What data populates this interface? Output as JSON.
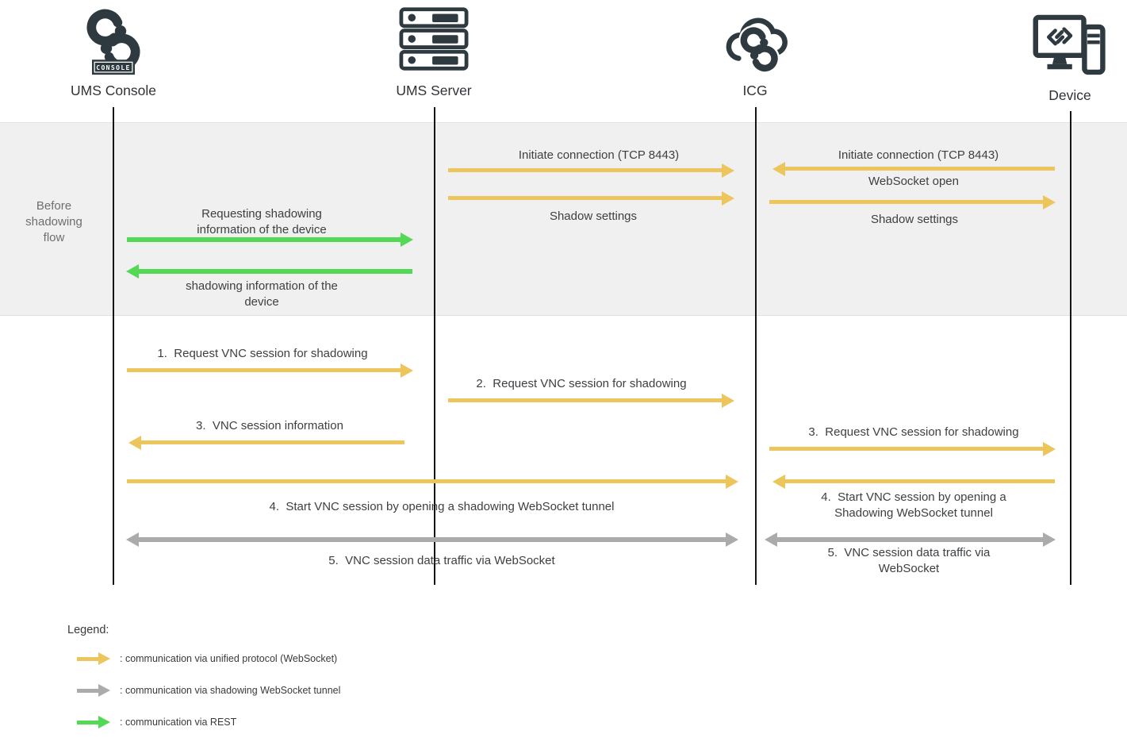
{
  "colors": {
    "unified": "#ecc55c",
    "tunnel": "#ababab",
    "rest": "#53d953",
    "band_bg": "#f0f0f0",
    "icon_dark": "#2e3940"
  },
  "actors": [
    {
      "label": "UMS Console",
      "icon": "igel-chain-console-icon"
    },
    {
      "label": "UMS Server",
      "icon": "server-stack-icon"
    },
    {
      "label": "ICG",
      "icon": "cloud-chain-icon"
    },
    {
      "label": "Device",
      "icon": "monitor-tower-icon"
    }
  ],
  "console_badge_label": "CONSOLE",
  "phase_label": "Before shadowing flow",
  "messages": {
    "request_shadow_info": {
      "label": "Requesting shadowing information of the device",
      "from": "UMS Console",
      "to": "UMS Server",
      "protocol": "rest"
    },
    "response_shadow_info": {
      "label": "shadowing information of the device",
      "from": "UMS Server",
      "to": "UMS Console",
      "protocol": "rest"
    },
    "initiate_server": {
      "label": "Initiate connection (TCP 8443)",
      "from": "UMS Server",
      "to": "ICG",
      "protocol": "unified"
    },
    "shadow_settings_server": {
      "label": "Shadow settings",
      "from": "UMS Server",
      "to": "ICG",
      "protocol": "unified"
    },
    "initiate_device": {
      "label": "Initiate connection (TCP 8443)",
      "from": "Device",
      "to": "ICG",
      "protocol": "unified"
    },
    "websocket_open": {
      "label": "WebSocket open",
      "from": "Device",
      "to": "ICG",
      "protocol": "unified"
    },
    "shadow_settings_device": {
      "label": "Shadow settings",
      "from": "ICG",
      "to": "Device",
      "protocol": "unified"
    },
    "step1": {
      "label": "1.  Request VNC session for shadowing",
      "from": "UMS Console",
      "to": "UMS Server",
      "protocol": "unified"
    },
    "step2": {
      "label": "2.  Request VNC session for shadowing",
      "from": "UMS Server",
      "to": "ICG",
      "protocol": "unified"
    },
    "step3_info": {
      "label": "3.  VNC session information",
      "from": "UMS Server",
      "to": "UMS Console",
      "protocol": "unified"
    },
    "step3_device": {
      "label": "3.  Request VNC session for shadowing",
      "from": "ICG",
      "to": "Device",
      "protocol": "unified"
    },
    "step4_long": {
      "label": "4.  Start VNC session by opening a shadowing WebSocket tunnel",
      "from": "UMS Console",
      "to": "ICG",
      "protocol": "unified"
    },
    "step4_device": {
      "label": "4.  Start VNC session by opening a Shadowing WebSocket tunnel",
      "from": "Device",
      "to": "ICG",
      "protocol": "unified"
    },
    "step5_long": {
      "label": "5.  VNC session data traffic via WebSocket",
      "from": "UMS Console",
      "to": "ICG",
      "protocol": "tunnel"
    },
    "step5_device": {
      "label": "5.  VNC session data traffic via WebSocket",
      "from": "ICG",
      "to": "Device",
      "protocol": "tunnel"
    }
  },
  "legend": {
    "title": "Legend:",
    "items": [
      {
        "name": "unified-protocol",
        "label": ": communication via unified protocol (WebSocket)",
        "color": "#ecc55c"
      },
      {
        "name": "shadowing-tunnel",
        "label": ": communication via shadowing WebSocket tunnel",
        "color": "#ababab"
      },
      {
        "name": "rest",
        "label": ": communication via REST",
        "color": "#53d953"
      }
    ]
  }
}
